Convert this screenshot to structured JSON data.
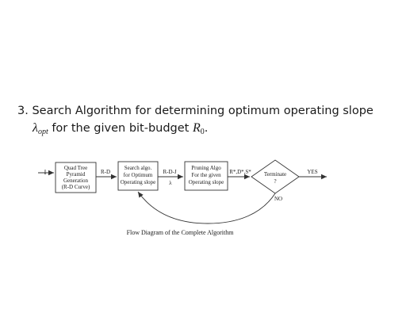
{
  "heading": {
    "number": "3.",
    "line1": "Search Algorithm for determining optimum operating slope",
    "lambda_symbol": "λ",
    "lambda_sub": "opt",
    "line2_text": " for the given bit-budget ",
    "r_symbol": "R",
    "r_sub": "0",
    "line2_end": "."
  },
  "diagram": {
    "input_label": "I",
    "box1": [
      "Quad Tree",
      "Pyramid",
      "Generation",
      "(R-D Curve)"
    ],
    "edge1_label": "R-D",
    "box2": [
      "Search algo.",
      "for Optimum",
      "Operating slope"
    ],
    "edge2_label_top": "R-D-J",
    "edge2_label_bottom": "λ",
    "box3": [
      "Pruning Algo",
      "For the given",
      "Operating slope"
    ],
    "edge3_label": "R*,D*,S*",
    "decision": [
      "Terminate",
      "?"
    ],
    "yes_label": "YES",
    "no_label": "NO",
    "caption": "Flow Diagram of the Complete Algorithm"
  },
  "colors": {
    "text": "#1a1a1a",
    "stroke": "#333333",
    "background": "#ffffff"
  }
}
